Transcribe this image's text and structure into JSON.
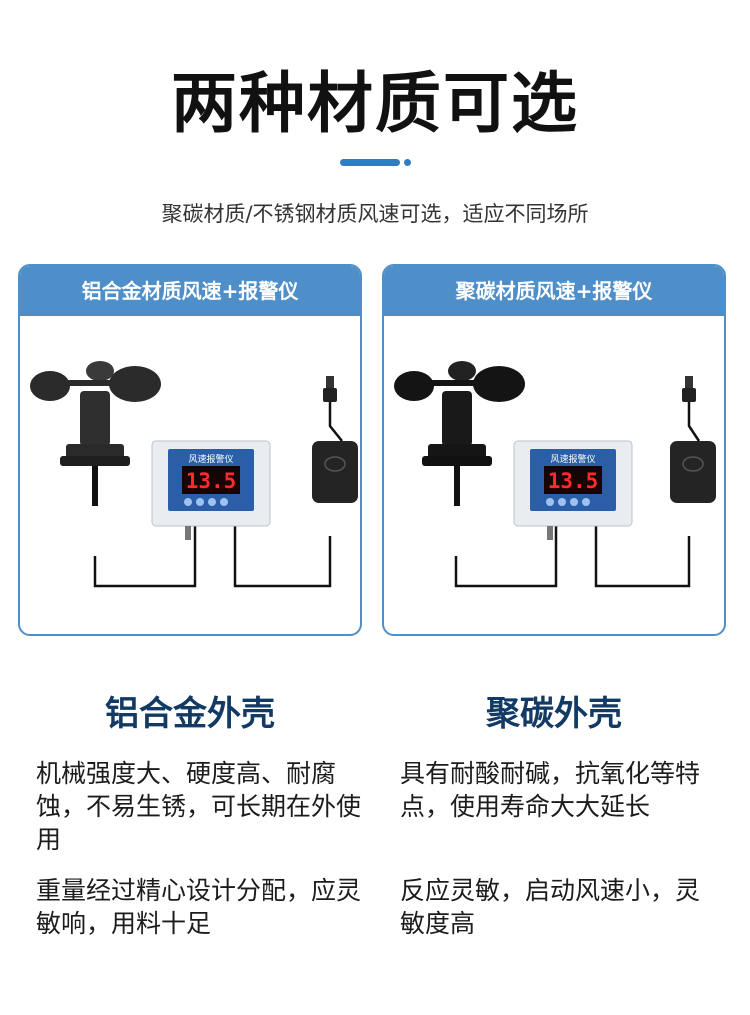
{
  "title": "两种材质可选",
  "subtitle": "聚碳材质/不锈钢材质风速可选，适应不同场所",
  "colors": {
    "accent": "#2f7dc0",
    "card_header": "#4f8fc9",
    "material_title": "#123a64"
  },
  "cards": [
    {
      "header": "铝合金材质风速+报警仪",
      "device": {
        "panel_title": "风速报警仪",
        "reading": "13.5",
        "vane_color": "#2b2b2b"
      },
      "material": "铝合金外壳",
      "paragraph1": "机械强度大、硬度高、耐腐蚀，不易生锈，可长期在外使用",
      "paragraph2": "重量经过精心设计分配，应灵敏响，用料十足"
    },
    {
      "header": "聚碳材质风速+报警仪",
      "device": {
        "panel_title": "风速报警仪",
        "reading": "13.5",
        "vane_color": "#141414"
      },
      "material": "聚碳外壳",
      "paragraph1": "具有耐酸耐碱，抗氧化等特点，使用寿命大大延长",
      "paragraph2": "反应灵敏，启动风速小，灵敏度高"
    }
  ]
}
